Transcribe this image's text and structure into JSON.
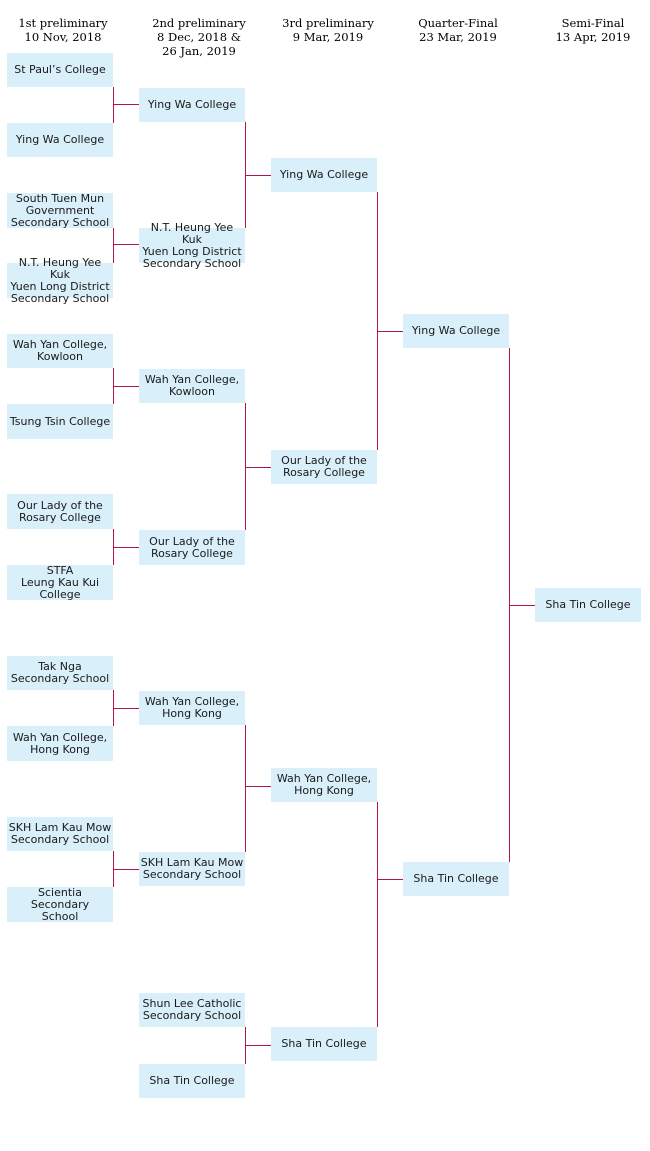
{
  "rounds": [
    {
      "name": "1st preliminary",
      "date": "10 Nov, 2018"
    },
    {
      "name": "2nd preliminary",
      "date": "8 Dec, 2018 &\n26 Jan, 2019"
    },
    {
      "name": "3rd preliminary",
      "date": "9 Mar, 2019"
    },
    {
      "name": "Quarter-Final",
      "date": "23 Mar, 2019"
    },
    {
      "name": "Semi-Final",
      "date": "13 Apr, 2019"
    }
  ],
  "teams": {
    "r1": [
      "St Paul’s College",
      "Ying Wa College",
      "South Tuen Mun\nGovernment\nSecondary School",
      "N.T. Heung Yee Kuk\nYuen Long District\nSecondary School",
      "Wah Yan College,\nKowloon",
      "Tsung Tsin College",
      "Our Lady of the\nRosary College",
      "STFA\nLeung Kau Kui\nCollege",
      "Tak Nga\nSecondary School",
      "Wah Yan College,\nHong Kong",
      "SKH Lam Kau Mow\nSecondary School",
      "Scientia Secondary\nSchool"
    ],
    "r2": [
      "Ying Wa College",
      "N.T. Heung Yee Kuk\nYuen Long District\nSecondary School",
      "Wah Yan College,\nKowloon",
      "Our Lady of the\nRosary College",
      "Wah Yan College,\nHong Kong",
      "SKH Lam Kau Mow\nSecondary School",
      "Shun Lee Catholic\nSecondary School",
      "Sha Tin College"
    ],
    "r3": [
      "Ying Wa College",
      "Our Lady of the\nRosary College",
      "Wah Yan College,\nHong Kong",
      "Sha Tin College"
    ],
    "qf": [
      "Ying Wa College",
      "Sha Tin College"
    ],
    "sf": [
      "Sha Tin College"
    ]
  },
  "colors": {
    "box_fill": "#d9effa",
    "connector": "#b0154f"
  }
}
